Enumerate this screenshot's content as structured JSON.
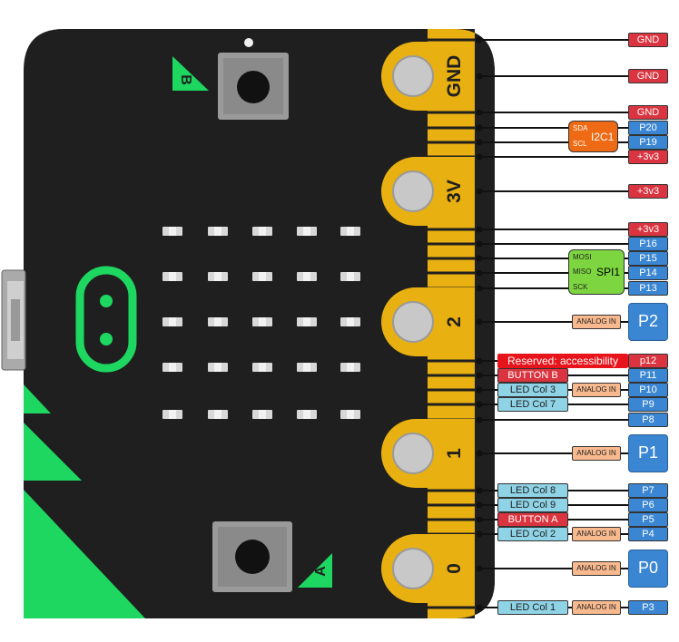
{
  "board": {
    "button_b_letter": "B",
    "button_a_letter": "A",
    "pad_labels": {
      "gnd": "GND",
      "v3": "3V",
      "p2": "2",
      "p1": "1",
      "p0": "0"
    },
    "colors": {
      "board": "#1f1f1f",
      "accent": "#1ed760",
      "gold": "#e8b010",
      "pad": "#c8c8c8",
      "led": "#d8d8d8"
    }
  },
  "pins": [
    {
      "text": "GND",
      "style": "red"
    },
    {
      "text": "GND",
      "style": "red"
    },
    {
      "text": "GND",
      "style": "red"
    },
    {
      "text": "P20",
      "style": "blue"
    },
    {
      "text": "P19",
      "style": "blue"
    },
    {
      "text": "+3v3",
      "style": "red"
    },
    {
      "text": "+3v3",
      "style": "red"
    },
    {
      "text": "+3v3",
      "style": "red"
    },
    {
      "text": "P16",
      "style": "blue"
    },
    {
      "text": "P15",
      "style": "blue"
    },
    {
      "text": "P14",
      "style": "blue"
    },
    {
      "text": "P13",
      "style": "blue"
    },
    {
      "text": "P2",
      "style": "big"
    },
    {
      "text": "p12",
      "style": "red"
    },
    {
      "text": "P11",
      "style": "blue"
    },
    {
      "text": "P10",
      "style": "blue"
    },
    {
      "text": "P9",
      "style": "blue"
    },
    {
      "text": "P8",
      "style": "blue"
    },
    {
      "text": "P1",
      "style": "big"
    },
    {
      "text": "P7",
      "style": "blue"
    },
    {
      "text": "P6",
      "style": "blue"
    },
    {
      "text": "P5",
      "style": "blue"
    },
    {
      "text": "P4",
      "style": "blue"
    },
    {
      "text": "P0",
      "style": "big"
    },
    {
      "text": "P3",
      "style": "blue"
    }
  ],
  "functions": [
    {
      "text": "Reserved: accessibility",
      "style": "reserved"
    },
    {
      "text": "BUTTON B",
      "style": "red"
    },
    {
      "text": "LED Col 3",
      "style": "cyan"
    },
    {
      "text": "LED Col 7",
      "style": "cyan"
    },
    {
      "text": "LED Col 8",
      "style": "cyan"
    },
    {
      "text": "LED Col 9",
      "style": "cyan"
    },
    {
      "text": "BUTTON A",
      "style": "red"
    },
    {
      "text": "LED Col 2",
      "style": "cyan"
    },
    {
      "text": "LED Col 1",
      "style": "cyan"
    }
  ],
  "analog_label": "ANALOG IN",
  "i2c": {
    "name": "I2C1",
    "lines": [
      "SDA",
      "SCL"
    ],
    "color": "#ee6a14"
  },
  "spi": {
    "name": "SPI1",
    "lines": [
      "MOSI",
      "MISO",
      "SCK"
    ],
    "color": "#7dd640"
  }
}
